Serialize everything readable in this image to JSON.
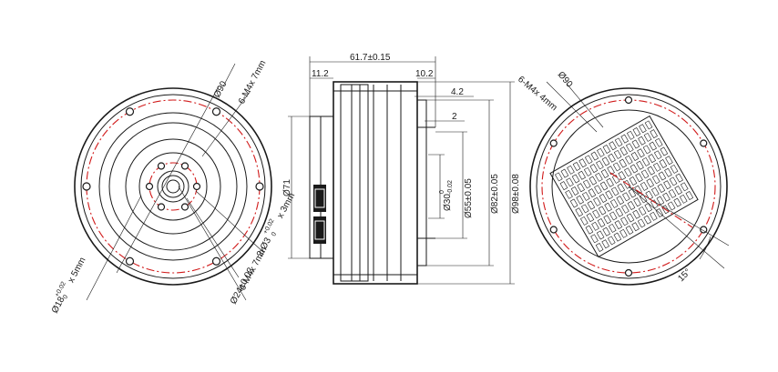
{
  "drawing": {
    "colors": {
      "line": "#1a1a1a",
      "pcd": "#d11a1a",
      "background": "#ffffff"
    },
    "front_view": {
      "labels": {
        "pcd_dia": "Ø90",
        "tap_holes": "6-M4x 7mm",
        "small_tap": "6-M4x 7mm",
        "bore": "Ø18",
        "bore_tol_upper": "+0.02",
        "bore_tol_lower": "0",
        "bore_depth": "x 5mm",
        "pilot": "2-Ø3",
        "pilot_tol_upper": "+0.02",
        "pilot_tol_lower": "0",
        "pilot_depth": "x 3mm",
        "inner_pcd": "Ø24±0.02"
      }
    },
    "side_view": {
      "labels": {
        "total_length": "61.7±0.15",
        "left_offset": "11.2",
        "right_offset": "10.2",
        "step_1": "4.2",
        "step_2": "2",
        "dia_71": "Ø71",
        "dia_30": "Ø30",
        "dia_30_tol_upper": "0",
        "dia_30_tol_lower": "-0.02",
        "dia_55": "Ø55±0.05",
        "dia_82": "Ø82±0.05",
        "dia_98": "Ø98±0.08"
      }
    },
    "rear_view": {
      "labels": {
        "tap_holes": "6-M4x 4mm",
        "pcd_dia": "Ø90",
        "angle": "15°"
      }
    }
  }
}
